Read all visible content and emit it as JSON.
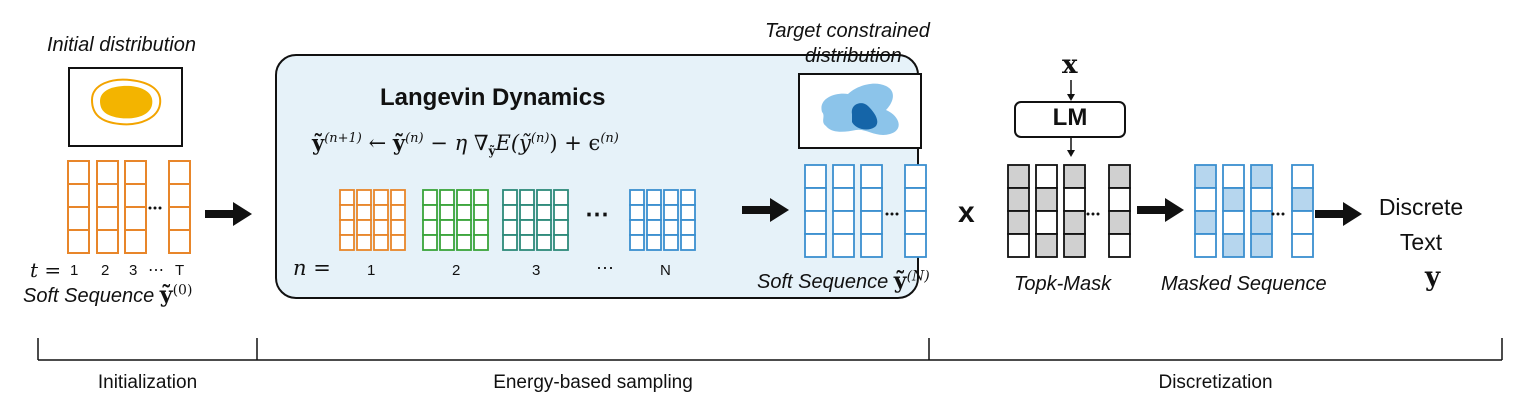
{
  "initial_distribution": "Initial distribution",
  "time_label": "t =",
  "time_ticks": [
    "1",
    "2",
    "3",
    "⋯",
    "T"
  ],
  "soft_sequence_0": {
    "text": "Soft Sequence",
    "symbol": "ỹ",
    "sup": "(0)"
  },
  "langevin": {
    "title": "Langevin Dynamics",
    "equation": {
      "lhs": "ỹ",
      "lhs_sup": "(n+1)",
      "arrow": "←",
      "t1": "ỹ",
      "t1_sup": "(n)",
      "minus": "− η ∇",
      "grad_sub": "ỹ",
      "energy": "E(ỹ",
      "energy_sup": "(n)",
      "close": ") + ϵ",
      "eps_sup": "(n)"
    },
    "n_label": "n =",
    "n_ticks": [
      "1",
      "2",
      "3",
      "⋯",
      "N"
    ],
    "ellipsis": "⋯"
  },
  "target_distribution": [
    "Target constrained",
    "distribution"
  ],
  "soft_sequence_n": {
    "text": "Soft Sequence",
    "symbol": "ỹ",
    "sup": "(N)"
  },
  "multiply": "x",
  "x_input": "x",
  "lm_label": "LM",
  "topk_mask": "Topk-Mask",
  "masked_sequence": "Masked Sequence",
  "discrete_text": [
    "Discrete",
    "Text"
  ],
  "y_output": "y",
  "phases": [
    "Initialization",
    "Energy-based sampling",
    "Discretization"
  ],
  "colors": {
    "orange": "#e8862a",
    "green": "#3aa43a",
    "teal": "#2d8a7a",
    "blue": "#3b8fcf",
    "panel_fill": "#e6f2f9",
    "blob_fill": "#f3b400",
    "target_light": "#8cc4ea",
    "target_dark": "#1565a8",
    "mask_gray": "#d0d0d0",
    "masked_blue": "#b6d6ee"
  }
}
